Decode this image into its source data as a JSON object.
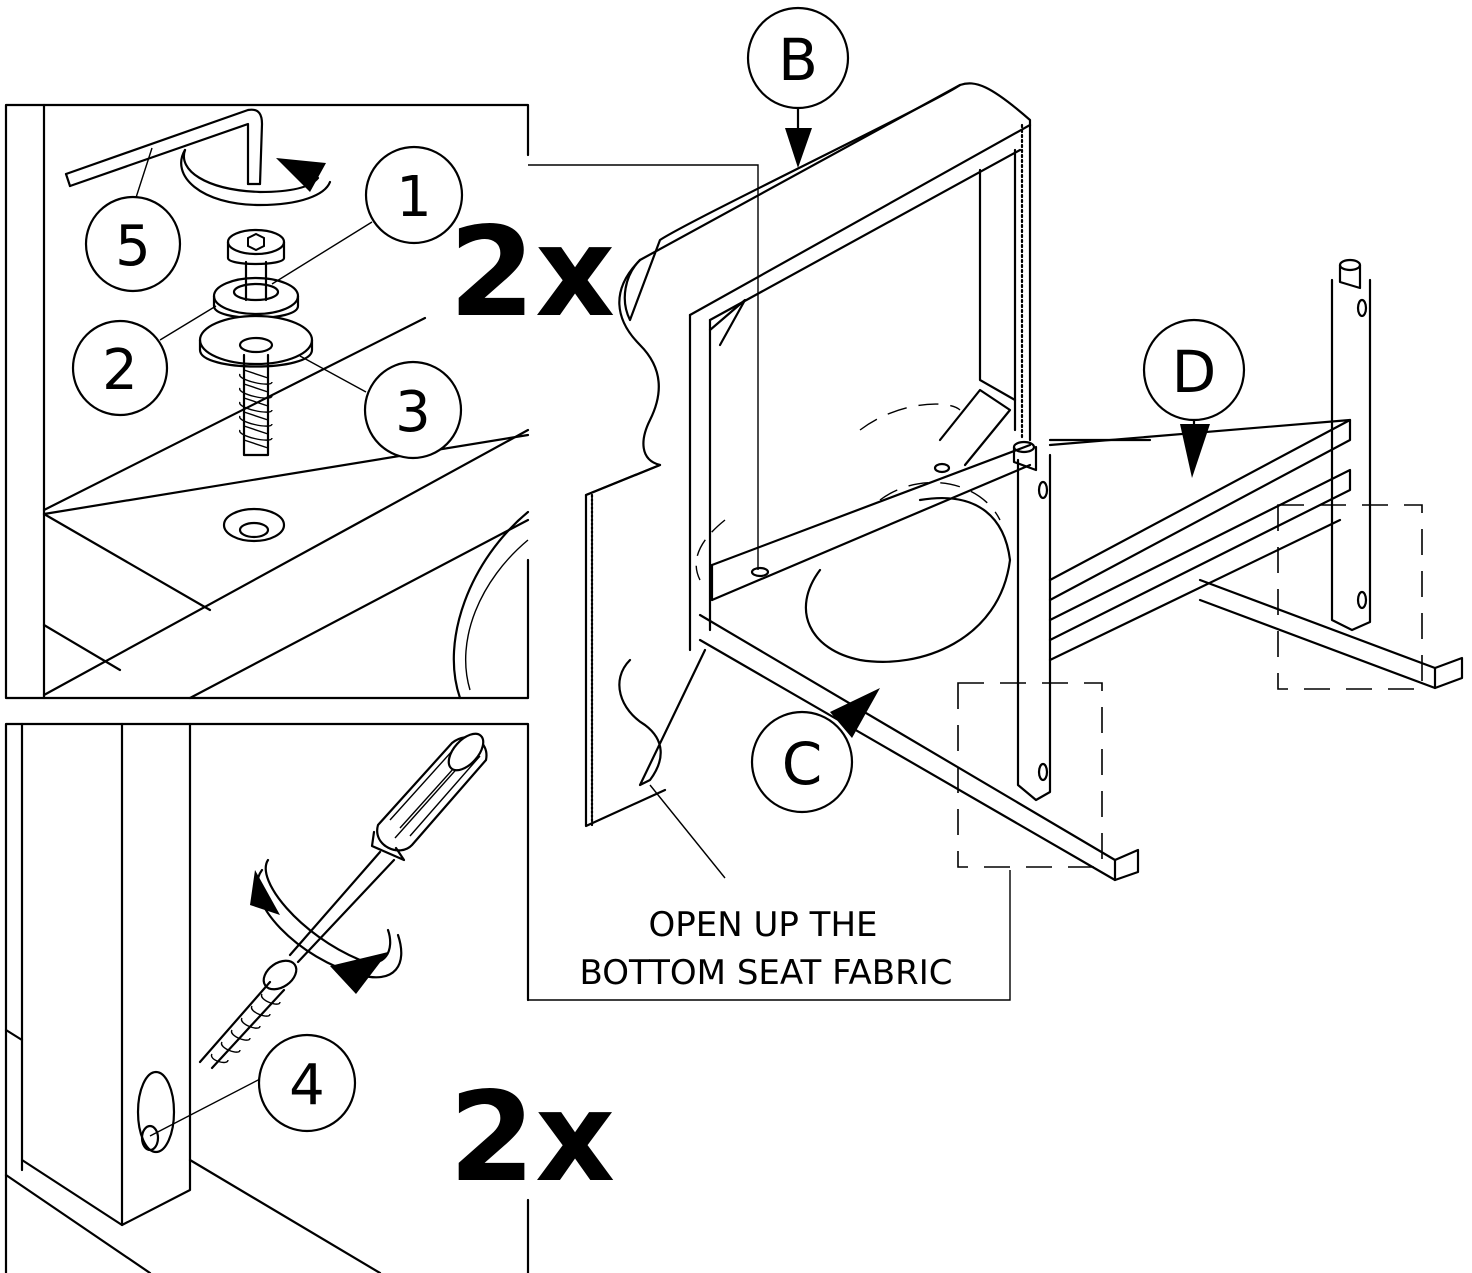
{
  "top_panel": {
    "quantity": "2x"
  },
  "bottom_panel": {
    "quantity": "2x"
  },
  "callouts": {
    "part_1": "1",
    "part_2": "2",
    "part_3": "3",
    "part_4": "4",
    "part_5": "5",
    "part_b": "B",
    "part_c": "C",
    "part_d": "D"
  },
  "instruction": {
    "line1": "OPEN UP THE",
    "line2": "BOTTOM SEAT FABRIC"
  }
}
